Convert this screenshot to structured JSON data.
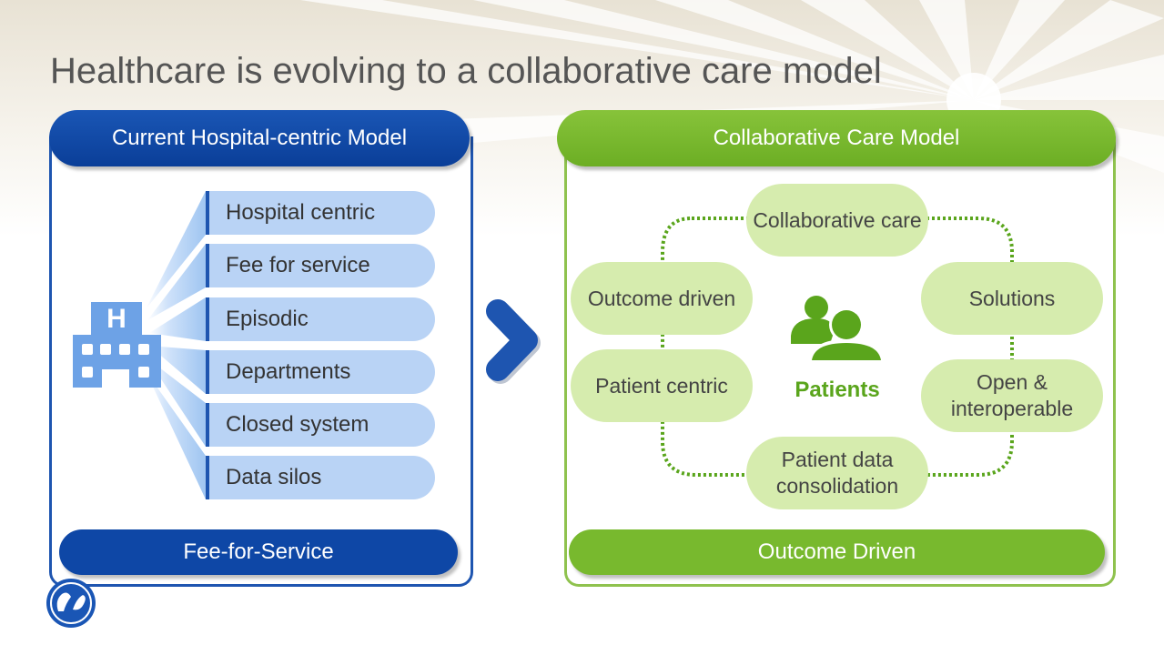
{
  "slide": {
    "title": "Healthcare is evolving to a collaborative care model"
  },
  "left_panel": {
    "header": "Current Hospital-centric Model",
    "items": [
      {
        "label": "Hospital centric"
      },
      {
        "label": "Fee for service"
      },
      {
        "label": "Episodic"
      },
      {
        "label": "Departments"
      },
      {
        "label": "Closed system"
      },
      {
        "label": "Data silos"
      }
    ],
    "building_icon_letter": "H",
    "footer": "Fee-for-Service"
  },
  "right_panel": {
    "header": "Collaborative Care Model",
    "center_label": "Patients",
    "nodes": [
      {
        "label": "Collaborative care"
      },
      {
        "label": "Outcome driven"
      },
      {
        "label": "Solutions"
      },
      {
        "label": "Patient centric"
      },
      {
        "label": "Open & interoperable"
      },
      {
        "label": "Patient data consolidation"
      }
    ],
    "footer": "Outcome Driven"
  },
  "colors": {
    "blue": "#1e55b0",
    "light_blue": "#b9d3f5",
    "green": "#78b92e",
    "light_green": "#d6ecae",
    "title_gray": "#555555"
  },
  "icons": {
    "hospital": "hospital-building-icon",
    "arrow": "chevron-right-icon",
    "patients": "patients-icon",
    "logo": "ge-logo-icon"
  }
}
